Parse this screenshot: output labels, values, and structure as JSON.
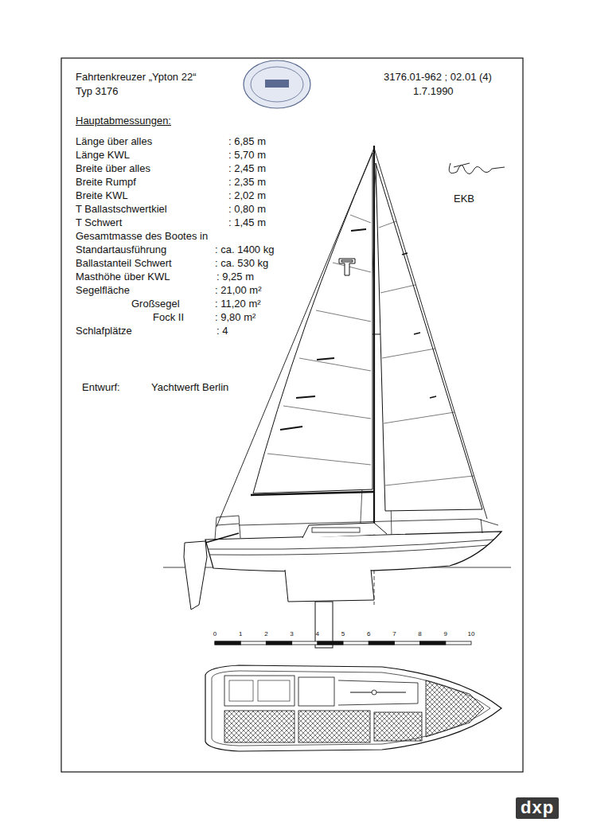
{
  "diagram": {
    "title": "Fahrtenkreuzer „Ypton 22“",
    "labels": [
      "Typ 3176",
      "3176.01-962 ; 02.01 (4)",
      "1.7.1990",
      "Hauptabmessungen:",
      "Länge über alles",
      ": 6,85 m",
      "Länge KWL",
      ": 5,70 m",
      "Breite über alles",
      ": 2,45 m",
      "Breite Rumpf",
      ": 2,35 m",
      "Breite KWL",
      ": 2,02 m",
      "T Ballastschwertkiel",
      ": 0,80 m",
      "T Schwert",
      ": 1,45 m",
      "Gesamtmasse des Bootes in",
      "Standartausführung",
      ": ca. 1400 kg",
      "Ballastanteil Schwert",
      ": ca. 530 kg",
      "Masthöhe über KWL",
      ": 9,25 m",
      "Segelfläche",
      ": 21,00 m²",
      "Großsegel",
      ": 11,20 m²",
      "Fock II",
      ": 9,80 m²",
      "Schlafplätze",
      ": 4",
      "EKB",
      "Entwurf:",
      "Yachtwerft Berlin",
      "0",
      "1",
      "2",
      "3",
      "4",
      "5",
      "6",
      "7",
      "8",
      "9",
      "10",
      "dxp"
    ]
  }
}
